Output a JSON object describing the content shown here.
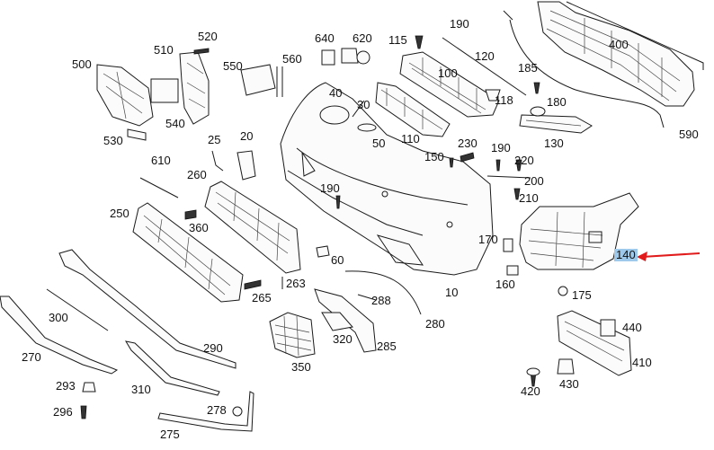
{
  "diagram": {
    "labels": [
      {
        "id": "190a",
        "text": "190"
      },
      {
        "id": "400",
        "text": "400"
      },
      {
        "id": "520",
        "text": "520"
      },
      {
        "id": "640",
        "text": "640"
      },
      {
        "id": "620",
        "text": "620"
      },
      {
        "id": "115",
        "text": "115"
      },
      {
        "id": "120",
        "text": "120"
      },
      {
        "id": "510",
        "text": "510"
      },
      {
        "id": "500",
        "text": "500"
      },
      {
        "id": "550",
        "text": "550"
      },
      {
        "id": "560",
        "text": "560"
      },
      {
        "id": "100",
        "text": "100"
      },
      {
        "id": "185",
        "text": "185"
      },
      {
        "id": "40",
        "text": "40"
      },
      {
        "id": "118",
        "text": "118"
      },
      {
        "id": "180",
        "text": "180"
      },
      {
        "id": "30",
        "text": "30"
      },
      {
        "id": "540",
        "text": "540"
      },
      {
        "id": "590",
        "text": "590"
      },
      {
        "id": "130",
        "text": "130"
      },
      {
        "id": "530",
        "text": "530"
      },
      {
        "id": "25",
        "text": "25"
      },
      {
        "id": "20",
        "text": "20"
      },
      {
        "id": "50",
        "text": "50"
      },
      {
        "id": "110",
        "text": "110"
      },
      {
        "id": "230",
        "text": "230"
      },
      {
        "id": "190b",
        "text": "190"
      },
      {
        "id": "150",
        "text": "150"
      },
      {
        "id": "610",
        "text": "610"
      },
      {
        "id": "220",
        "text": "220"
      },
      {
        "id": "260",
        "text": "260"
      },
      {
        "id": "200",
        "text": "200"
      },
      {
        "id": "190c",
        "text": "190"
      },
      {
        "id": "210",
        "text": "210"
      },
      {
        "id": "250",
        "text": "250"
      },
      {
        "id": "360",
        "text": "360"
      },
      {
        "id": "170",
        "text": "170"
      },
      {
        "id": "140",
        "text": "140"
      },
      {
        "id": "60",
        "text": "60"
      },
      {
        "id": "263",
        "text": "263"
      },
      {
        "id": "160",
        "text": "160"
      },
      {
        "id": "265",
        "text": "265"
      },
      {
        "id": "10",
        "text": "10"
      },
      {
        "id": "175",
        "text": "175"
      },
      {
        "id": "288",
        "text": "288"
      },
      {
        "id": "300",
        "text": "300"
      },
      {
        "id": "280",
        "text": "280"
      },
      {
        "id": "440",
        "text": "440"
      },
      {
        "id": "320",
        "text": "320"
      },
      {
        "id": "285",
        "text": "285"
      },
      {
        "id": "270",
        "text": "270"
      },
      {
        "id": "290",
        "text": "290"
      },
      {
        "id": "350",
        "text": "350"
      },
      {
        "id": "410",
        "text": "410"
      },
      {
        "id": "293",
        "text": "293"
      },
      {
        "id": "310",
        "text": "310"
      },
      {
        "id": "420",
        "text": "420"
      },
      {
        "id": "430",
        "text": "430"
      },
      {
        "id": "296",
        "text": "296"
      },
      {
        "id": "278",
        "text": "278"
      },
      {
        "id": "275",
        "text": "275"
      }
    ],
    "highlighted_part": "140",
    "arrow_color": "#e11b1b",
    "highlight_color": "#9ec9ea"
  }
}
